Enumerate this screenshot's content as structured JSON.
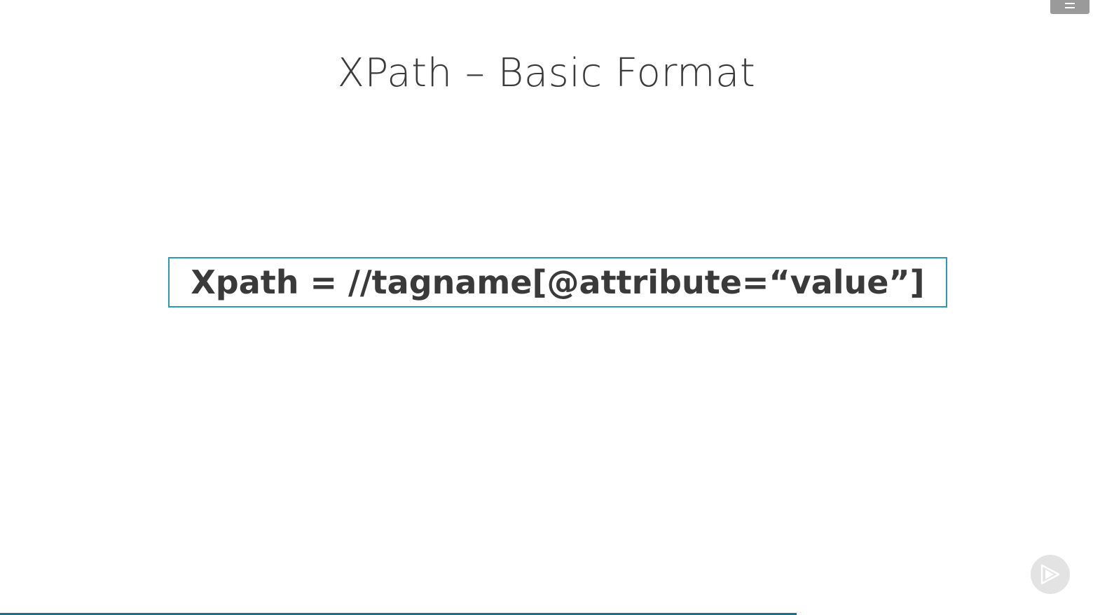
{
  "slide": {
    "title": "XPath – Basic Format",
    "formula": "Xpath = //tagname[@attribute=“value”]"
  },
  "controls": {
    "menu_icon": "hamburger-menu-icon",
    "play_icon": "pluralsight-play-icon"
  },
  "progress": {
    "fraction": 0.729
  },
  "colors": {
    "background": "#ffffff",
    "title_text": "#3b3b3b",
    "formula_text": "#3a3a3a",
    "formula_border": "#2a9bb0",
    "progress_fill": "#1f6f8b",
    "menu_button": "#9a9a9a",
    "play_badge": "#e3e3e3"
  }
}
